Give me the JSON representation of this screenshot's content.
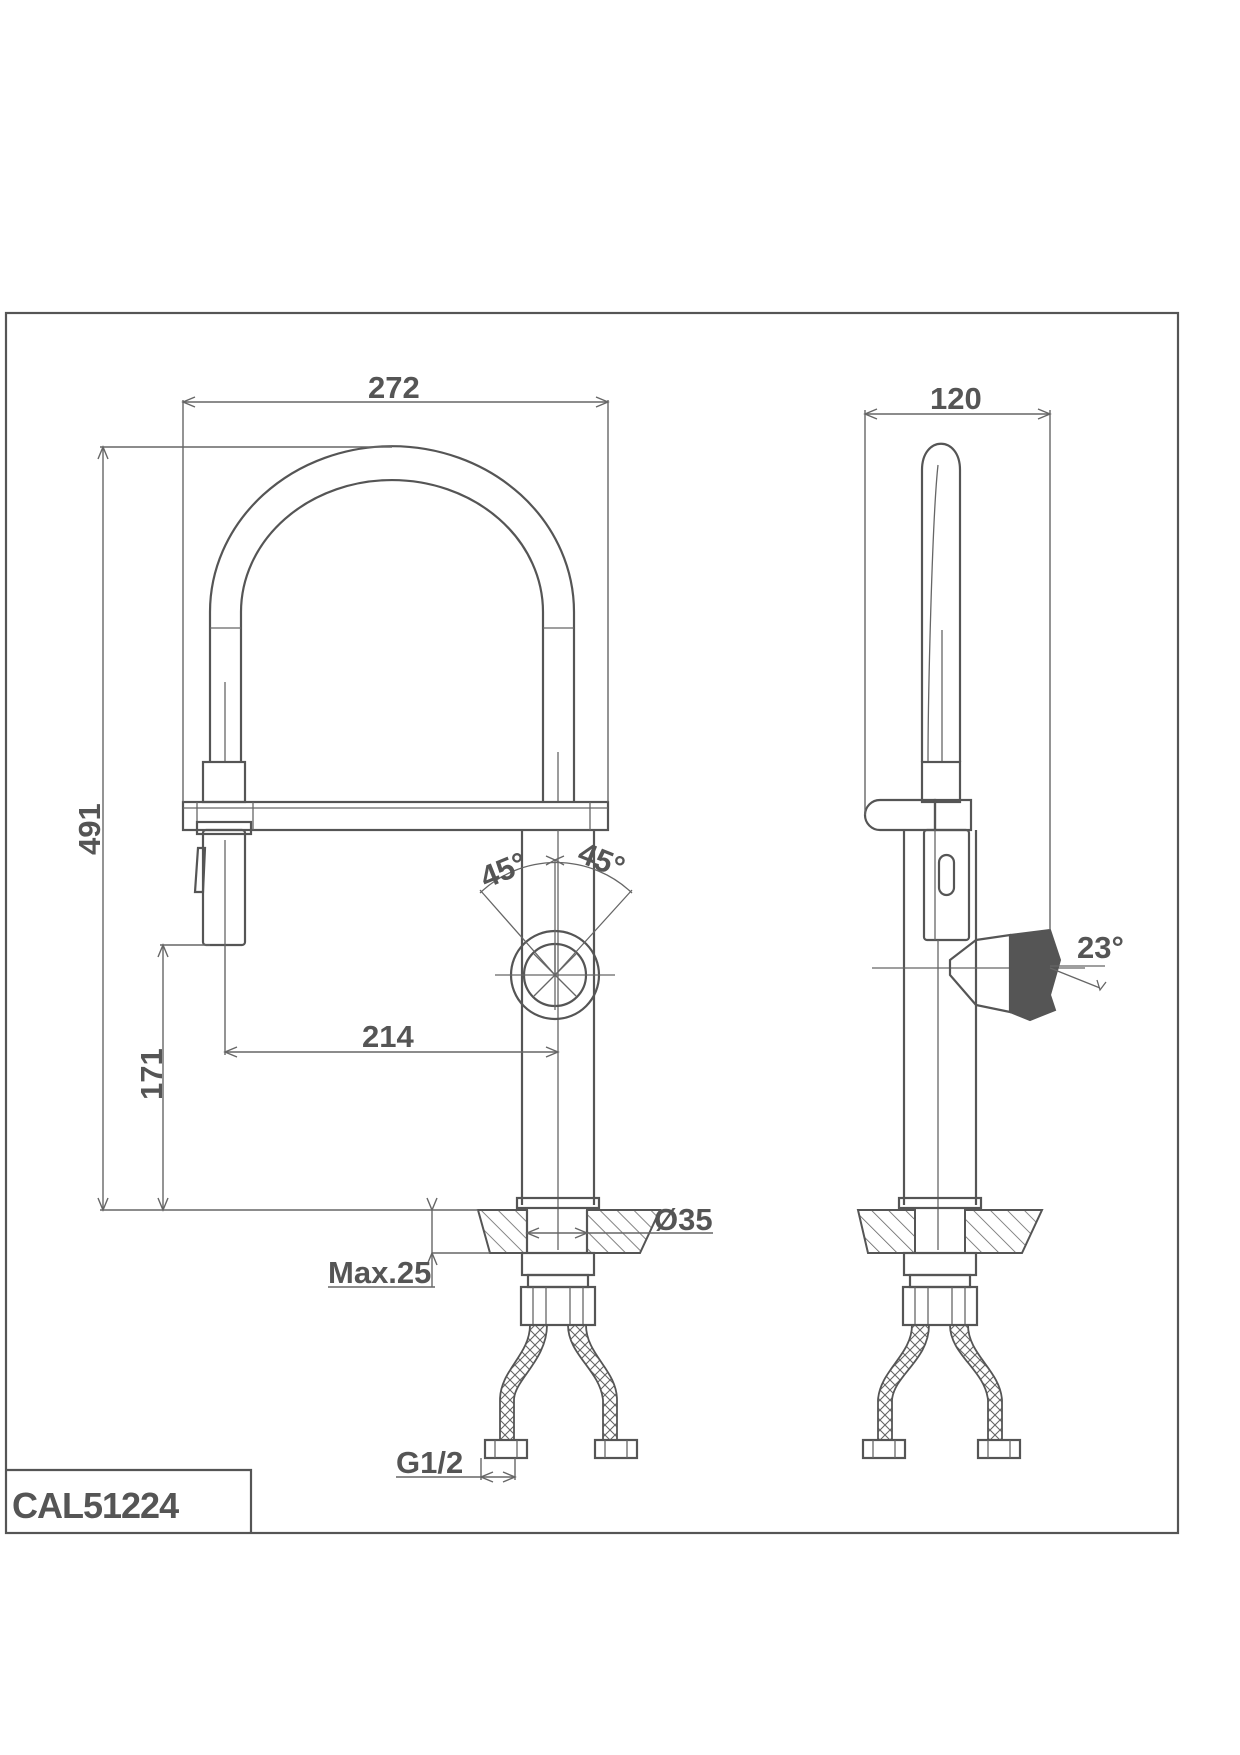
{
  "model_code": "CAL51224",
  "dimensions": {
    "width_overall": "272",
    "height_overall": "491",
    "spout_reach": "214",
    "spout_height": "171",
    "side_depth": "120",
    "hole_diameter": "Ø35",
    "max_thickness": "Max.25",
    "thread": "G1/2"
  },
  "angles": {
    "handle_left": "45°",
    "handle_right": "45°",
    "handle_tilt": "23°"
  },
  "colors": {
    "line": "#555555",
    "hatch": "#666666",
    "handle_fill": "#555555"
  }
}
